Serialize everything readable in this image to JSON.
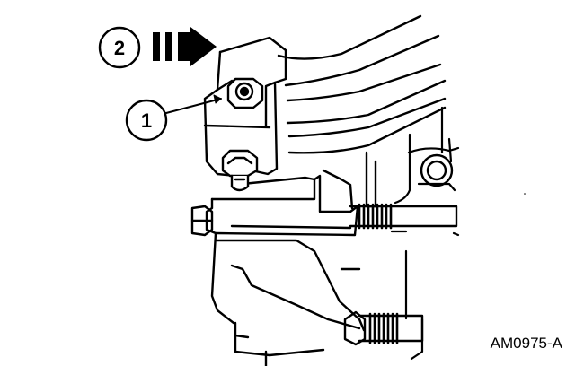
{
  "figure": {
    "id": "AM0975-A"
  },
  "callouts": [
    {
      "number": "1",
      "points_to": "bracket-bolt"
    },
    {
      "number": "2",
      "points_to": "front-direction-arrow"
    }
  ],
  "colors": {
    "ink": "#000000",
    "paper": "#ffffff"
  }
}
